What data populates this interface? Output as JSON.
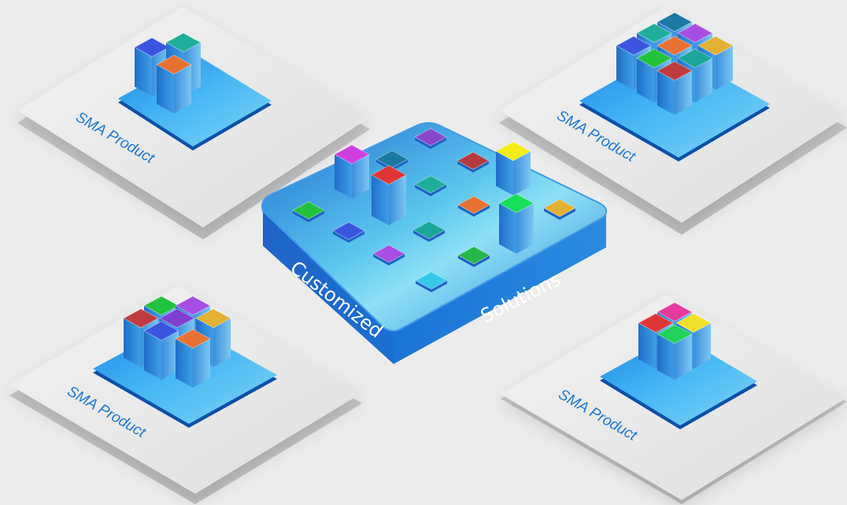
{
  "diagram": {
    "center": {
      "label_left": "Customized",
      "label_right": "Solutions",
      "flat_tiles": [
        {
          "color": "#8a46c9",
          "tall": false
        },
        {
          "color": "#1b7aa3",
          "tall": false
        },
        {
          "color": "#b53a3d",
          "tall": false
        },
        {
          "color": "#1fae9a",
          "tall": false
        },
        {
          "color": "#22c23b",
          "tall": false
        },
        {
          "color": "#e77232",
          "tall": false
        },
        {
          "color": "#e2b133",
          "tall": false
        },
        {
          "color": "#3a55e0",
          "tall": false
        },
        {
          "color": "#1aa79a",
          "tall": false
        },
        {
          "color": "#a64ee3",
          "tall": false
        },
        {
          "color": "#24b84a",
          "tall": false
        },
        {
          "color": "#35c8ec",
          "tall": false
        }
      ],
      "tall_tiles": [
        {
          "color": "#d03ee0"
        },
        {
          "color": "#e03535"
        },
        {
          "color": "#f3ec17"
        },
        {
          "color": "#14e05a"
        }
      ]
    },
    "products": [
      {
        "label": "SMA Product",
        "position": "top-left",
        "cubes": [
          "#3a55e0",
          "#1fae9a",
          "#e77232"
        ]
      },
      {
        "label": "SMA Product",
        "position": "top-right",
        "cubes": [
          "#1b7aa3",
          "#1fae9a",
          "#a64ee3",
          "#3a55e0",
          "#e77232",
          "#e2b133",
          "#22c23b",
          "#1aa79a",
          "#c03b3e"
        ]
      },
      {
        "label": "SMA Product",
        "position": "bottom-left",
        "cubes": [
          "#22c23b",
          "#a64ee3",
          "#c03b3e",
          "#7f3fd0",
          "#e2b133",
          "#3a55e0",
          "#e77232"
        ]
      },
      {
        "label": "SMA Product",
        "position": "bottom-right",
        "cubes": [
          "#e8399e",
          "#e03535",
          "#f3e02a",
          "#1fd35a"
        ]
      }
    ]
  }
}
